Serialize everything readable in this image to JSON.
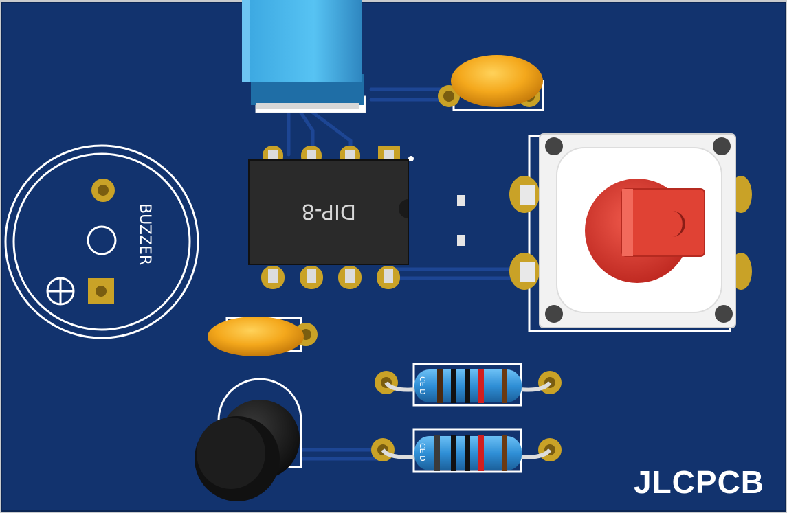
{
  "board": {
    "brand": "JLCPCB",
    "pcb_color": "#12336e",
    "silkscreen_color": "#ffffff",
    "pad_color": "#c9a227"
  },
  "components": {
    "ic": {
      "label": "DIP-8",
      "body_color": "#2a2a2a"
    },
    "buzzer": {
      "label": "BUZZER",
      "polarity_mark": "plus-icon"
    },
    "potentiometer": {
      "body_color": "#3aa6e0"
    },
    "capacitors": {
      "color": "#f4a81c",
      "count": 2
    },
    "push_button": {
      "cap_color": "#d93a30",
      "frame_color": "#f2f2f2"
    },
    "resistors": {
      "body_color": "#2f8fd6",
      "count": 2,
      "marking": "CE D"
    },
    "transistor": {
      "body_color": "#141414"
    }
  }
}
